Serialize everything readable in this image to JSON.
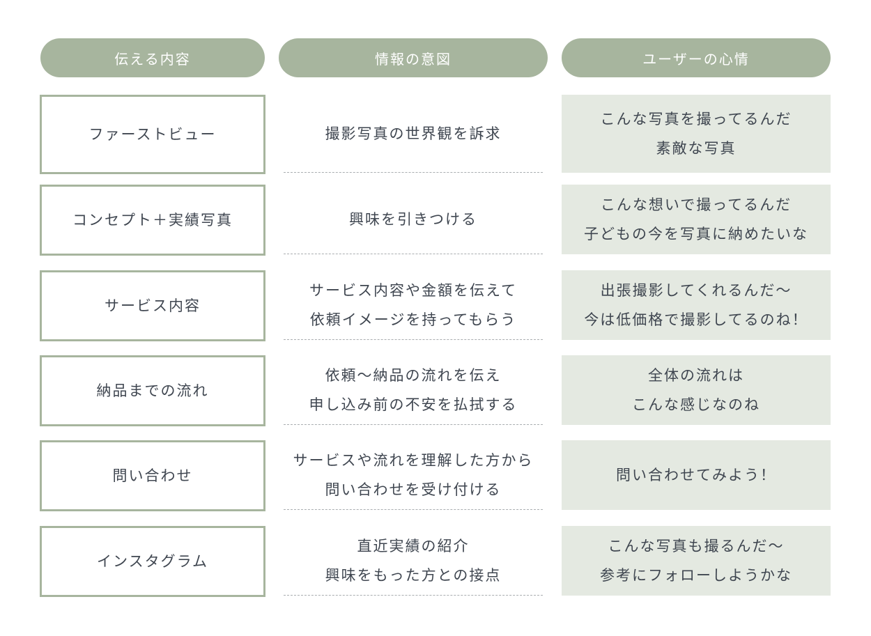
{
  "headers": [
    "伝える内容",
    "情報の意図",
    "ユーザーの心情"
  ],
  "rows": [
    {
      "content": "ファーストビュー",
      "intent": "撮影写真の世界観を訴求",
      "feeling": "こんな写真を撮ってるんだ\n素敵な写真"
    },
    {
      "content": "コンセプト＋実績写真",
      "intent": "興味を引きつける",
      "feeling": "こんな想いで撮ってるんだ\n子どもの今を写真に納めたいな"
    },
    {
      "content": "サービス内容",
      "intent": "サービス内容や金額を伝えて\n依頼イメージを持ってもらう",
      "feeling": "出張撮影してくれるんだ〜\n今は低価格で撮影してるのね！"
    },
    {
      "content": "納品までの流れ",
      "intent": "依頼〜納品の流れを伝え\n申し込み前の不安を払拭する",
      "feeling": "全体の流れは\nこんな感じなのね"
    },
    {
      "content": "問い合わせ",
      "intent": "サービスや流れを理解した方から\n問い合わせを受け付ける",
      "feeling": "問い合わせてみよう！"
    },
    {
      "content": "インスタグラム",
      "intent": "直近実績の紹介\n興味をもった方との接点",
      "feeling": "こんな写真も撮るんだ〜\n参考にフォローしようかな"
    }
  ],
  "colors": {
    "accent": "#a7b59e",
    "light": "#e4e9e1",
    "text": "#3f4650"
  }
}
